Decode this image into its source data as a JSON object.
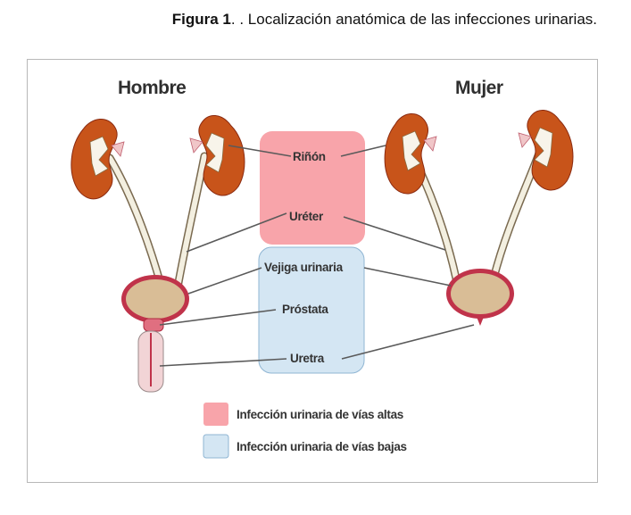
{
  "caption": {
    "prefix": "Figura 1",
    "text": ". . Localización anatómica de las infecciones urinarias."
  },
  "diagram": {
    "headers": {
      "male": "Hombre",
      "female": "Mujer"
    },
    "labels": {
      "kidney": "Riñón",
      "ureter": "Uréter",
      "bladder": "Vejiga urinaria",
      "prostate": "Próstata",
      "urethra": "Uretra"
    },
    "legend": {
      "upper": "Infección urinaria de vías altas",
      "lower": "Infección urinaria de vías bajas"
    },
    "colors": {
      "upper_tract": "#f8a4aa",
      "lower_tract": "#d4e6f3",
      "kidney": "#c8541a",
      "bladder": "#d9bd96",
      "bladder_wall": "#c0334a"
    }
  }
}
